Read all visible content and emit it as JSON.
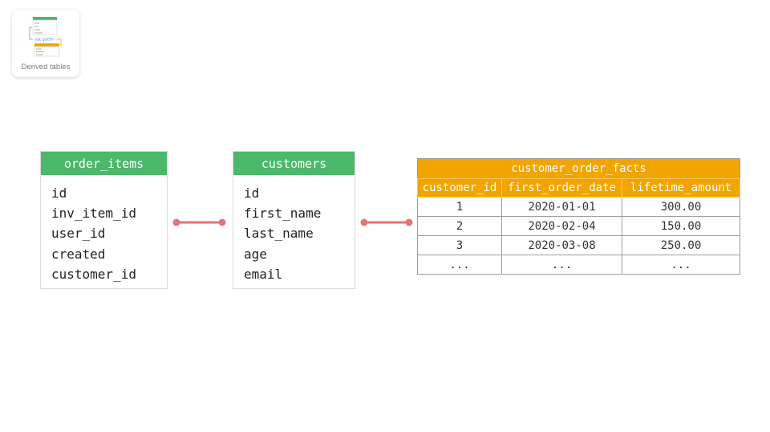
{
  "badge": {
    "label": "Derived tables",
    "mini_query_label": "SQL QUERY"
  },
  "entities": {
    "order_items": {
      "title": "order_items",
      "fields": [
        "id",
        "inv_item_id",
        "user_id",
        "created",
        "customer_id"
      ]
    },
    "customers": {
      "title": "customers",
      "fields": [
        "id",
        "first_name",
        "last_name",
        "age",
        "email"
      ]
    }
  },
  "facts": {
    "title": "customer_order_facts",
    "columns": [
      "customer_id",
      "first_order_date",
      "lifetime_amount"
    ],
    "rows": [
      [
        "1",
        "2020-01-01",
        "300.00"
      ],
      [
        "2",
        "2020-02-04",
        "150.00"
      ],
      [
        "3",
        "2020-03-08",
        "250.00"
      ],
      [
        "...",
        "...",
        "..."
      ]
    ]
  },
  "colors": {
    "entity_header": "#4cb86b",
    "facts_header": "#f2a500",
    "connector": "#e57373"
  }
}
